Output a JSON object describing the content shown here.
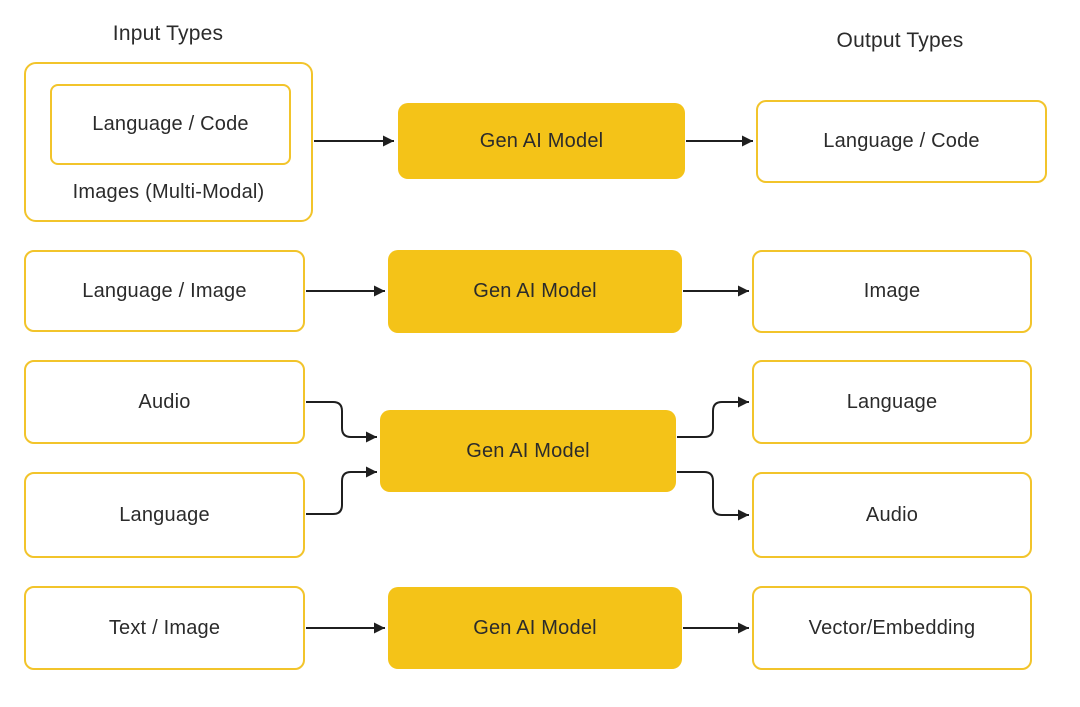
{
  "diagram": {
    "left_title": "Input Types",
    "right_title": "Output Types",
    "model_label": "Gen AI Model",
    "row1": {
      "input_inner": "Language / Code",
      "input_sublabel": "Images (Multi-Modal)",
      "output": "Language / Code"
    },
    "row2": {
      "input": "Language / Image",
      "output": "Image"
    },
    "row3": {
      "input_top": "Audio",
      "input_bottom": "Language",
      "output_top": "Language",
      "output_bottom": "Audio"
    },
    "row4": {
      "input": "Text / Image",
      "output": "Vector/Embedding"
    },
    "colors": {
      "model_fill": "#F4C318",
      "box_border": "#F2C42B",
      "arrow": "#1F1F1F",
      "text": "#2B2B2B"
    }
  }
}
